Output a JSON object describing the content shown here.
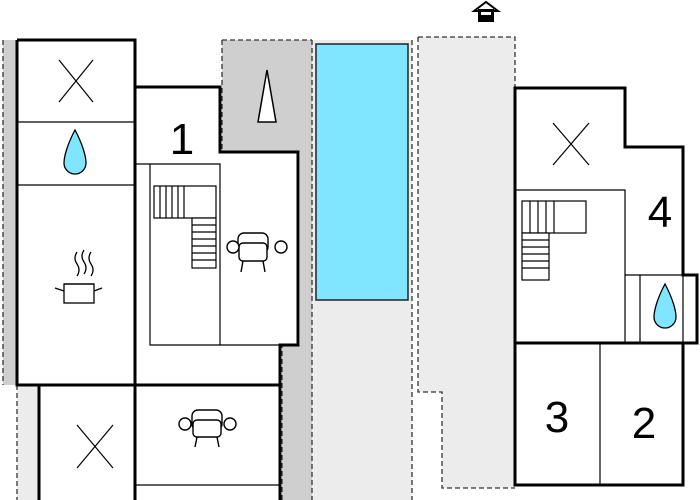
{
  "rooms": {
    "room1": "1",
    "room2": "2",
    "room3": "3",
    "room4": "4"
  },
  "icons": {
    "bedroom": "cross-icon",
    "bathroom": "water-drop-icon",
    "kitchen": "cooking-pot-icon",
    "living": "sofa-icon",
    "stairs": "staircase-icon",
    "north": "north-arrow-icon",
    "parking": "parking-icon"
  },
  "colors": {
    "pool": "#80e6ff",
    "terrace": "#cfcfcf",
    "garden": "#ececec",
    "walls": "#000000"
  }
}
